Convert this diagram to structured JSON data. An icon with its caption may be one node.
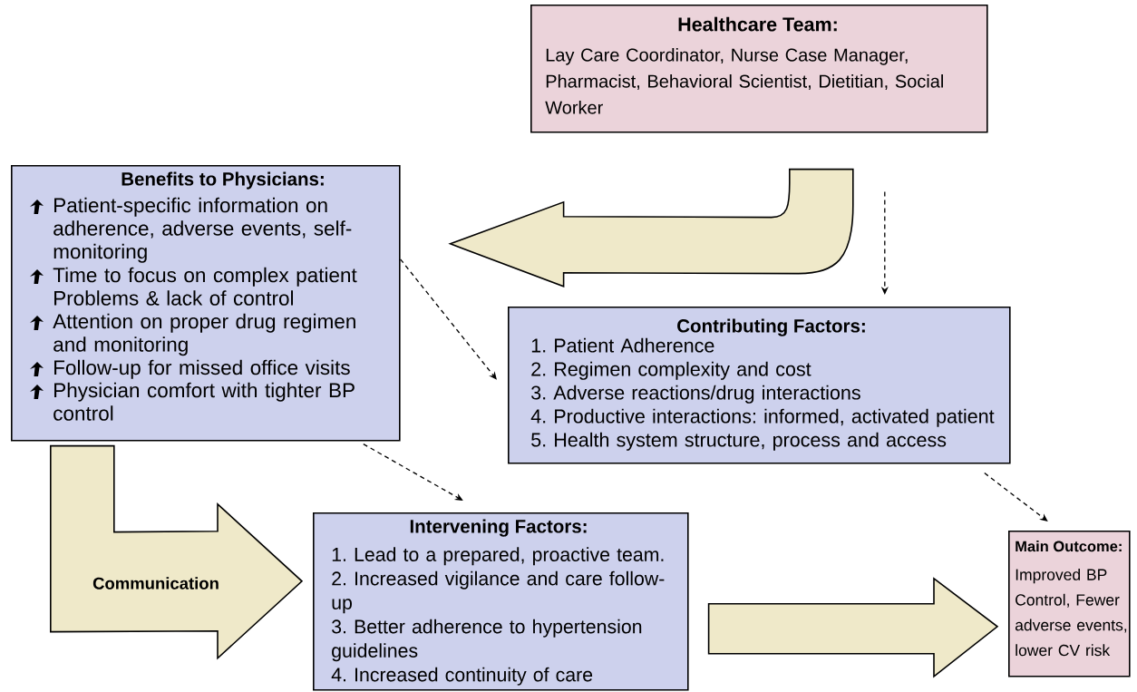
{
  "diagram": {
    "nodes": [
      {
        "text": [
          "Healthcare Team:",
          "Lay Care Coordinator, Nurse Case Manager, Pharmacist, Behavioral Scientist, Dietitian, Social Worker"
        ]
      },
      {
        "text": [
          "Benefits to Physicians:",
          "Patient-specific information on adherence, adverse events, self-monitoring",
          "Time to focus on complex patient Problems & lack of control",
          "Attention on proper drug regimen and monitoring",
          "Follow-up for missed office visits",
          "Physician comfort with tighter BP control"
        ]
      },
      {
        "text": [
          "Contributing Factors:",
          "1. Patient Adherence",
          "2. Regimen complexity and cost",
          "3. Adverse reactions/drug interactions",
          "4. Productive interactions: informed, activated patient",
          "5. Health system structure, process and access"
        ]
      },
      {
        "text": [
          "Intervening Factors:",
          "1. Lead to a prepared, proactive team.",
          "2. Increased vigilance and care follow-up",
          "3. Better adherence to hypertension guidelines",
          "4. Increased continuity of care"
        ]
      },
      {
        "text": [
          "Main Outcome:",
          "Improved BP Control, Fewer adverse events, lower CV risk"
        ]
      }
    ],
    "edges": [
      {
        "from": 0,
        "to": 1,
        "arrow": "to",
        "style": "thick"
      },
      {
        "from": 1,
        "to": 3,
        "arrow": "to",
        "style": "thick",
        "label": "Communication"
      },
      {
        "from": 3,
        "to": 4,
        "arrow": "to",
        "style": "thick"
      },
      {
        "from": 0,
        "to": 2,
        "arrow": "to",
        "style": "dashed"
      },
      {
        "from": 1,
        "to": 2,
        "arrow": "to",
        "style": "dashed"
      },
      {
        "from": 1,
        "to": 3,
        "arrow": "to",
        "style": "dashed"
      },
      {
        "from": 2,
        "to": 4,
        "arrow": "to",
        "style": "dashed"
      }
    ]
  }
}
